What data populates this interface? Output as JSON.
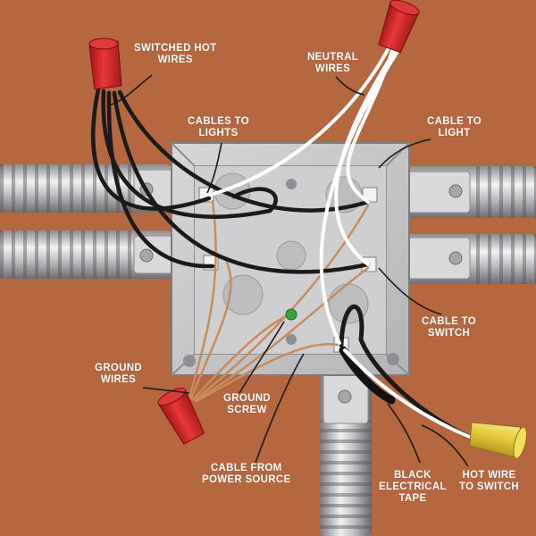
{
  "colors": {
    "background": "#b5673f",
    "box_metal": "#c9c9cb",
    "wire_hot": "#1a1a1a",
    "wire_neutral": "#ffffff",
    "wire_ground": "#c98c5c",
    "connector_red": "#d6262a",
    "connector_yellow": "#e9d24a",
    "ground_screw": "#3aa339",
    "label_text": "#ffffff"
  },
  "labels": {
    "switched_hot_wires": [
      "SWITCHED HOT",
      "WIRES"
    ],
    "neutral_wires": [
      "NEUTRAL",
      "WIRES"
    ],
    "cables_to_lights": [
      "CABLES TO",
      "LIGHTS"
    ],
    "cable_to_light": [
      "CABLE TO",
      "LIGHT"
    ],
    "cable_to_switch": [
      "CABLE TO",
      "SWITCH"
    ],
    "ground_wires": [
      "GROUND",
      "WIRES"
    ],
    "ground_screw": [
      "GROUND",
      "SCREW"
    ],
    "cable_from_power_source": [
      "CABLE FROM",
      "POWER SOURCE"
    ],
    "black_electrical_tape": [
      "BLACK",
      "ELECTRICAL",
      "TAPE"
    ],
    "hot_wire_to_switch": [
      "HOT WIRE",
      "TO SWITCH"
    ]
  }
}
